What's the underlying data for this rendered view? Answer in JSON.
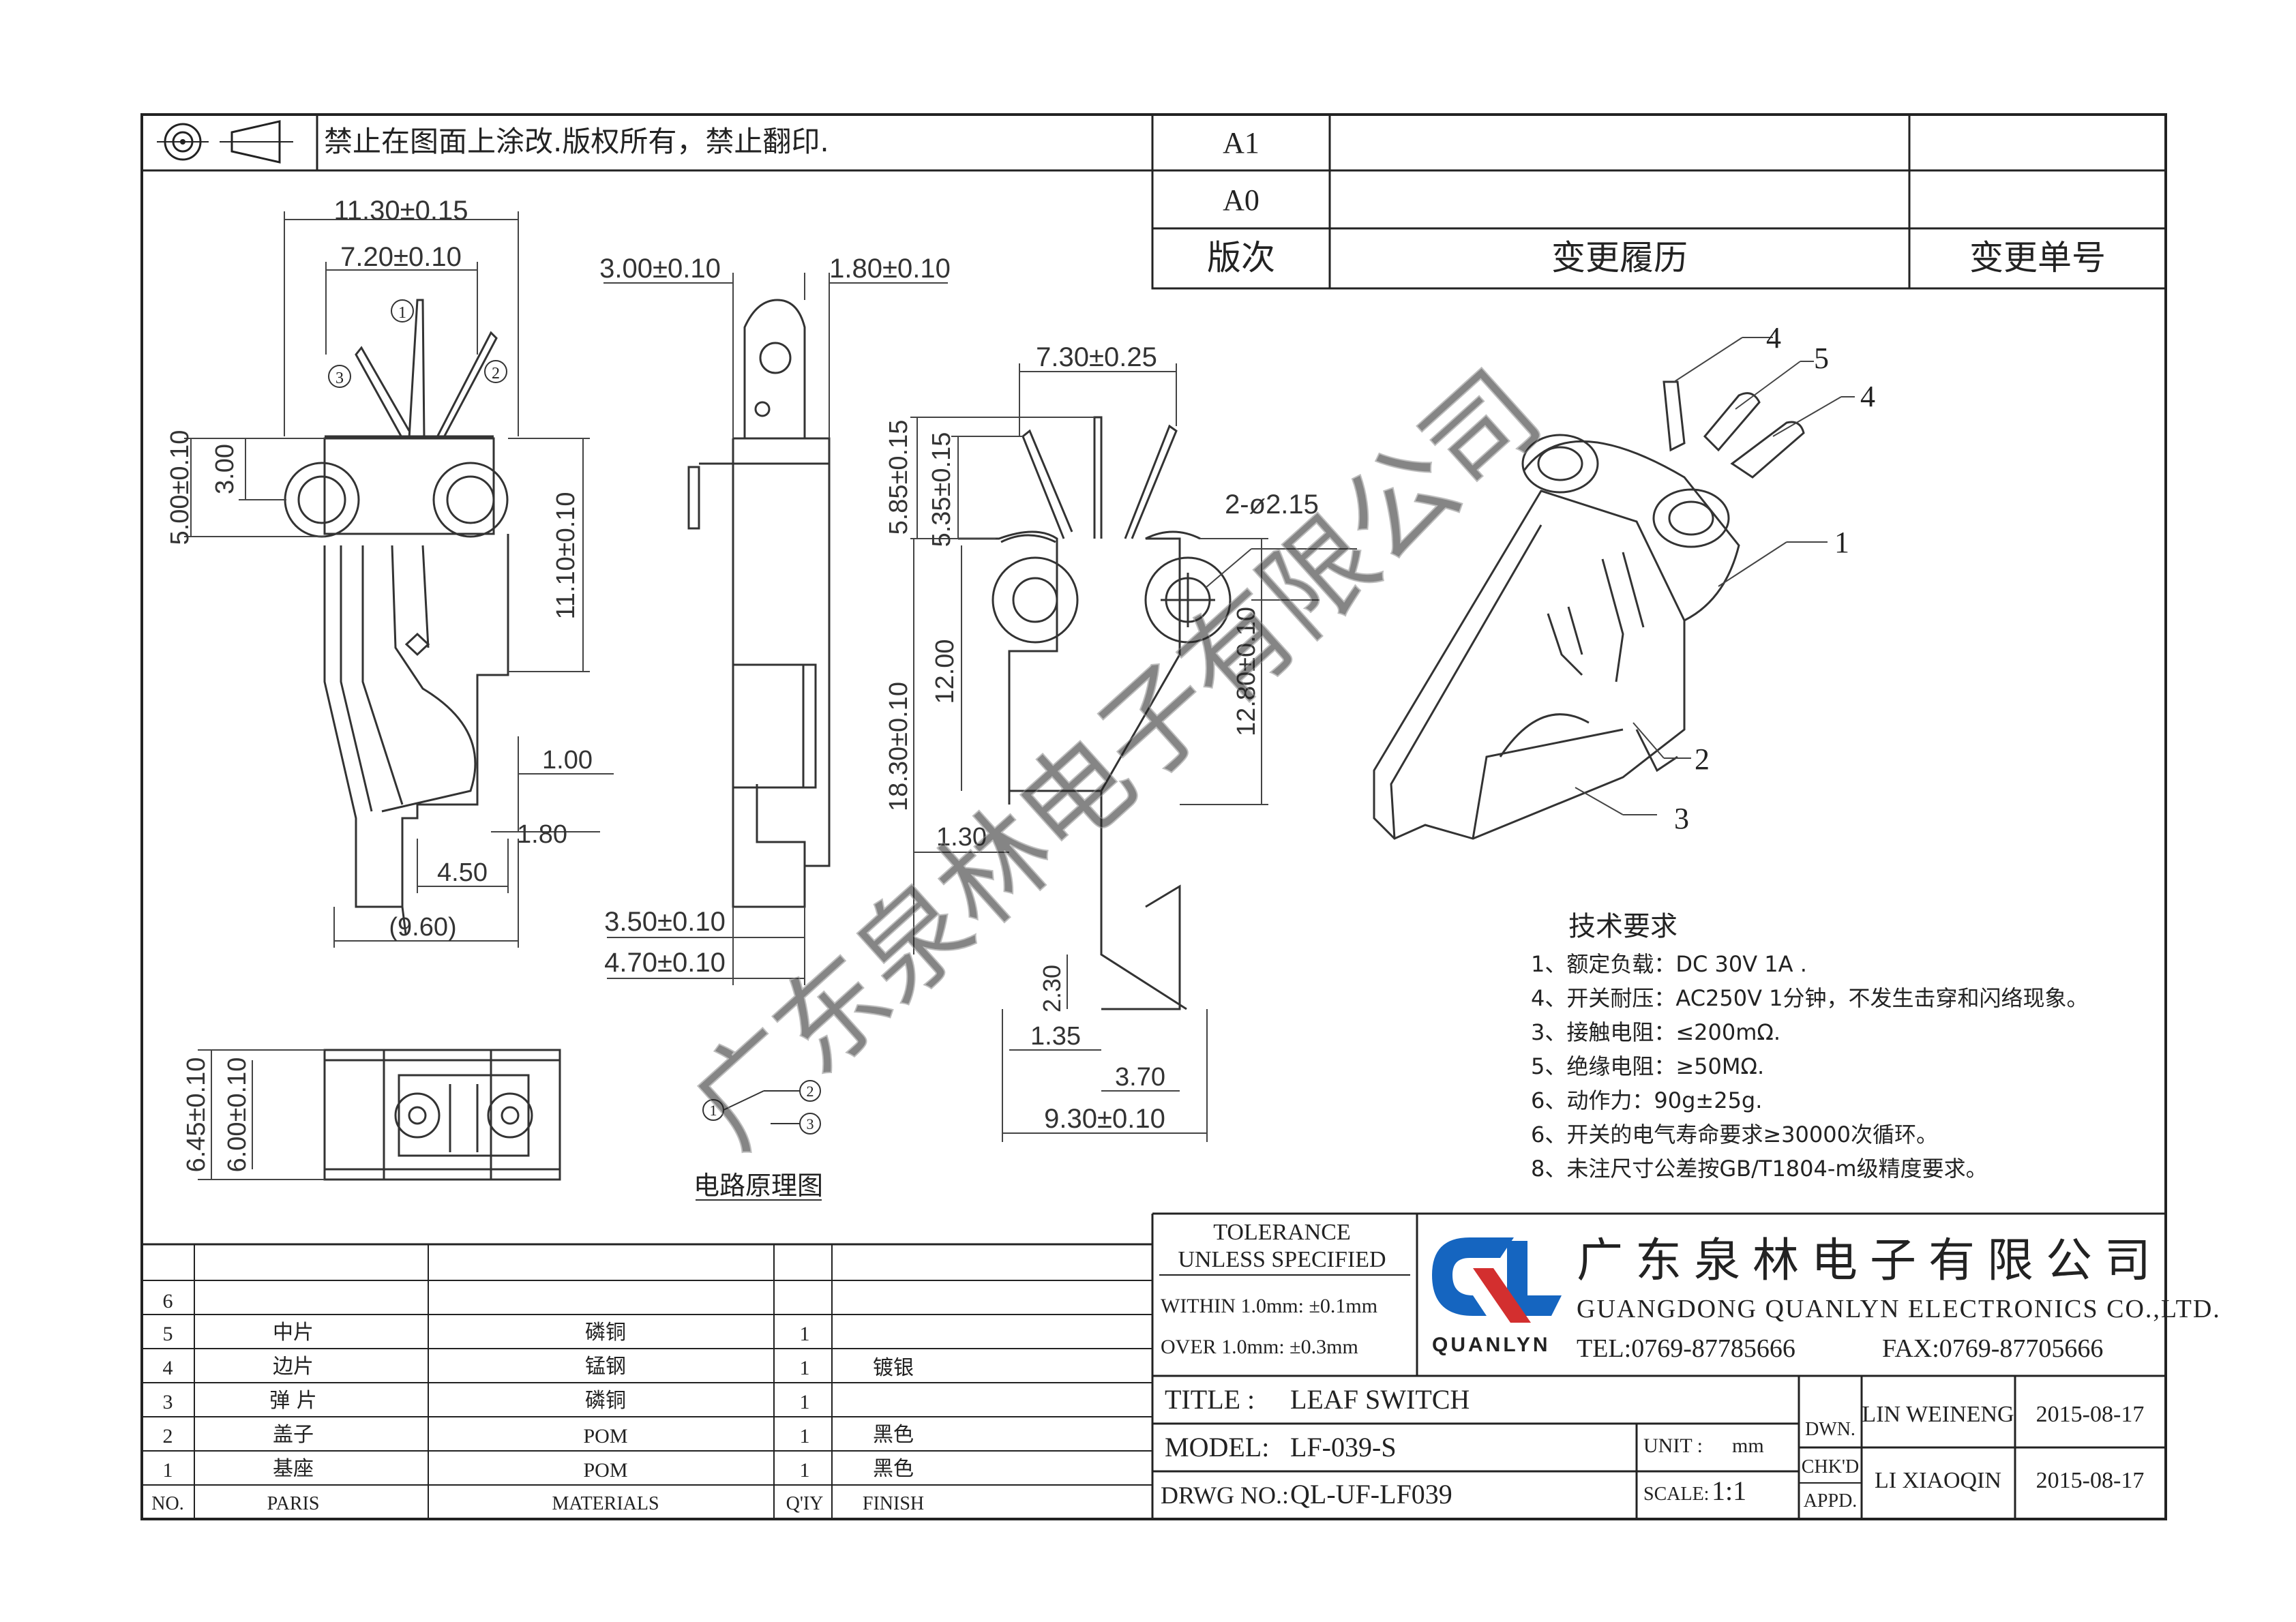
{
  "header": {
    "notice": "禁止在图面上涂改.版权所有，禁止翻印.",
    "revisions": [
      {
        "rev": "A1",
        "history": "",
        "number": ""
      },
      {
        "rev": "A0",
        "history": "",
        "number": ""
      }
    ],
    "rev_header": {
      "rev": "版次",
      "history": "变更履历",
      "number": "变更单号"
    }
  },
  "front_view": {
    "dims": [
      "11.30±0.15",
      "7.20±0.10",
      "5.00±0.10",
      "3.00",
      "11.10±0.10",
      "1.00",
      "1.80",
      "4.50",
      "(9.60)"
    ],
    "callouts": [
      "1",
      "2",
      "3"
    ]
  },
  "side_view": {
    "dims": [
      "3.00±0.10",
      "1.80±0.10",
      "3.50±0.10",
      "4.70±0.10"
    ]
  },
  "main_view": {
    "dims": [
      "7.30±0.25",
      "5.85±0.15",
      "5.35±0.15",
      "2-ø2.15",
      "12.00",
      "18.30±0.10",
      "12.80±0.10",
      "1.30",
      "2.30",
      "1.35",
      "3.70",
      "9.30±0.10"
    ]
  },
  "bottom_view": {
    "dims": [
      "6.45±0.10",
      "6.00±0.10"
    ]
  },
  "iso_view": {
    "callouts": [
      "4",
      "5",
      "4",
      "1",
      "2",
      "3"
    ]
  },
  "circuit": {
    "title": "电路原理图",
    "nodes": [
      "1",
      "2",
      "3"
    ]
  },
  "watermark": "广东泉林电子有限公司",
  "requirements": {
    "title": "技术要求",
    "items": [
      "1、额定负载：DC 30V 1A .",
      "4、开关耐压：AC250V 1分钟，不发生击穿和闪络现象。",
      "3、接触电阻：≤200mΩ.",
      "5、绝缘电阻：≥50MΩ.",
      "6、动作力：90g±25g.",
      "6、开关的电气寿命要求≥30000次循环。",
      "8、未注尺寸公差按GB/T1804-m级精度要求。"
    ]
  },
  "bom": {
    "headers": [
      "NO.",
      "PARIS",
      "MATERIALS",
      "Q'IY",
      "FINISH"
    ],
    "rows": [
      {
        "no": "6",
        "part": "",
        "material": "",
        "qty": "",
        "finish": ""
      },
      {
        "no": "5",
        "part": "中片",
        "material": "磷铜",
        "qty": "1",
        "finish": ""
      },
      {
        "no": "4",
        "part": "边片",
        "material": "锰钢",
        "qty": "1",
        "finish": "镀银"
      },
      {
        "no": "3",
        "part": "弹 片",
        "material": "磷铜",
        "qty": "1",
        "finish": ""
      },
      {
        "no": "2",
        "part": "盖子",
        "material": "POM",
        "qty": "1",
        "finish": "黑色"
      },
      {
        "no": "1",
        "part": "基座",
        "material": "POM",
        "qty": "1",
        "finish": "黑色"
      }
    ]
  },
  "title_block": {
    "tolerance_title": "TOLERANCE",
    "tolerance_sub": "UNLESS SPECIFIED",
    "within": "WITHIN 1.0mm: ±0.1mm",
    "over": "OVER 1.0mm:  ±0.3mm",
    "logo_text": "QUANLYN",
    "company_cn": "广东泉林电子有限公司",
    "company_en": "GUANGDONG QUANLYN ELECTRONICS CO.,LTD.",
    "tel": "TEL:0769-87785666",
    "fax": "FAX:0769-87705666",
    "title_label": "TITLE :",
    "title": "LEAF SWITCH",
    "model_label": "MODEL:",
    "model": "LF-039-S",
    "drwg_label": "DRWG NO.:",
    "drwg": "QL-UF-LF039",
    "unit_label": "UNIT :",
    "unit": "mm",
    "scale_label": "SCALE:",
    "scale": "1:1",
    "dwn_label": "DWN.",
    "chk_label": "CHK'D",
    "appd_label": "APPD.",
    "drawn_by": "LIN WEINENG",
    "drawn_date": "2015-08-17",
    "checked_by": "LI XIAOQIN",
    "checked_date": "2015-08-17"
  },
  "colors": {
    "logo_blue": "#1565c0",
    "logo_red": "#d32f2f",
    "line": "#333333"
  }
}
